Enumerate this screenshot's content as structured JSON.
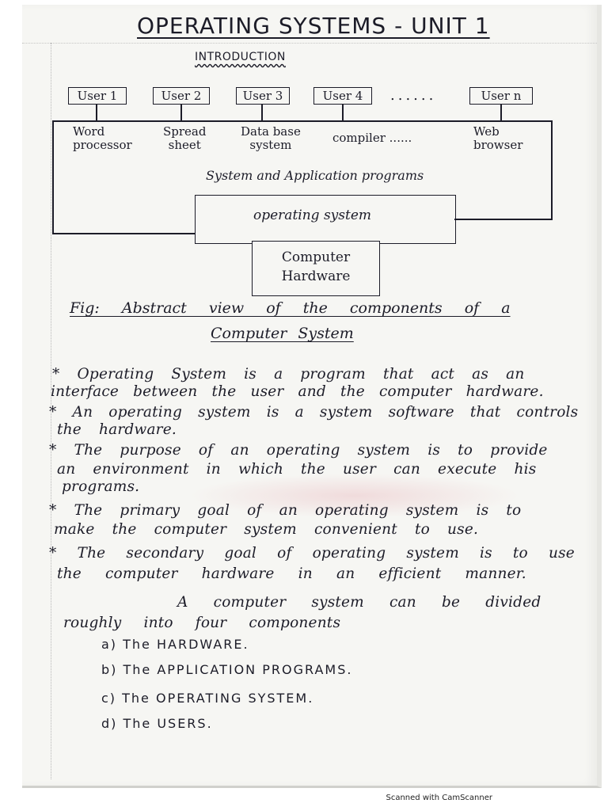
{
  "document": {
    "title": "OPERATING SYSTEMS - UNIT 1",
    "subtitle": "INTRODUCTION"
  },
  "diagram": {
    "users": [
      "User 1",
      "User 2",
      "User 3",
      "User 4",
      "User n"
    ],
    "user_ellipsis": "......",
    "applications": [
      {
        "line1": "Word",
        "line2": "processor"
      },
      {
        "line1": "Spread",
        "line2": "sheet"
      },
      {
        "line1": "Data base",
        "line2": "system"
      },
      {
        "line1": "compiler ......",
        "line2": ""
      },
      {
        "line1": "Web",
        "line2": "browser"
      }
    ],
    "system_programs_label": "System and Application programs",
    "os_label": "operating system",
    "hardware_line1": "Computer",
    "hardware_line2": "Hardware",
    "caption_line1": "Fig: Abstract view of the components of a",
    "caption_line2": "Computer System"
  },
  "body": {
    "lines": [
      "* Operating System is a program that act as an",
      "interface between the user and the computer hardware.",
      "* An operating system is a system software that controls",
      "the hardware.",
      "* The purpose of an operating system is to provide",
      "an environment in which the user can execute his",
      "programs.",
      "* The primary goal of an operating system is to",
      "make the computer system convenient to use.",
      "* The secondary goal of operating system is to use",
      "the computer hardware in an efficient manner.",
      "A computer system can be divided",
      "roughly into four components"
    ],
    "components": [
      "a) The HARDWARE.",
      "b) The APPLICATION PROGRAMS.",
      "c) The OPERATING SYSTEM.",
      "d) The USERS."
    ]
  },
  "footer": {
    "scanner_text": "Scanned with CamScanner"
  }
}
